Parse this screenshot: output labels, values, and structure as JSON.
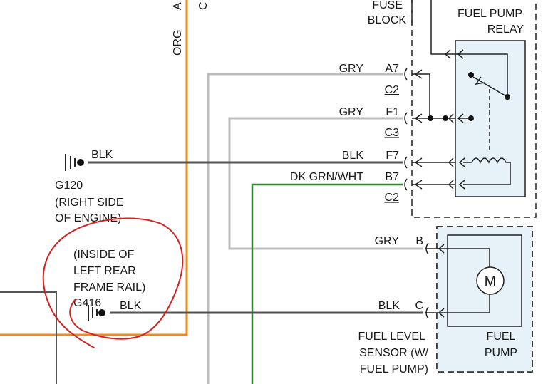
{
  "colors": {
    "org": "#f08a1a",
    "gry": "#bdbdbd",
    "blk": "#555555",
    "dkgrn": "#2c8a2c",
    "component_fill": "#e6f2f8",
    "annotation": "#d62020"
  },
  "top_labels": {
    "org": "ORG",
    "a": "A",
    "c": "C"
  },
  "fuse_block": {
    "line1": "FUSE",
    "line2": "BLOCK"
  },
  "relay": {
    "line1": "FUEL PUMP",
    "line2": "RELAY"
  },
  "wires": {
    "gry_a7": {
      "color": "GRY",
      "pin": "A7",
      "conn": "C2"
    },
    "gry_f1": {
      "color": "GRY",
      "pin": "F1",
      "conn": "C3"
    },
    "blk_f7": {
      "color": "BLK",
      "pin": "F7"
    },
    "dkgrn_b7": {
      "color": "DK GRN/WHT",
      "pin": "B7",
      "conn": "C2"
    },
    "gry_b": {
      "color": "GRY",
      "pin": "B"
    },
    "blk_c": {
      "color": "BLK",
      "pin": "C"
    },
    "blk_g416": {
      "color": "BLK"
    }
  },
  "ground_g120": {
    "name": "G120",
    "line2": "(RIGHT SIDE",
    "line3": "OF ENGINE)"
  },
  "ground_g416": {
    "line1": "(INSIDE OF",
    "line2": "LEFT REAR",
    "line3": "FRAME RAIL)",
    "name": "G416"
  },
  "sensor": {
    "line1": "FUEL LEVEL",
    "line2": "SENSOR (W/",
    "line3": "FUEL PUMP)"
  },
  "pump": {
    "line1": "FUEL",
    "line2": "PUMP",
    "motor": "M"
  }
}
